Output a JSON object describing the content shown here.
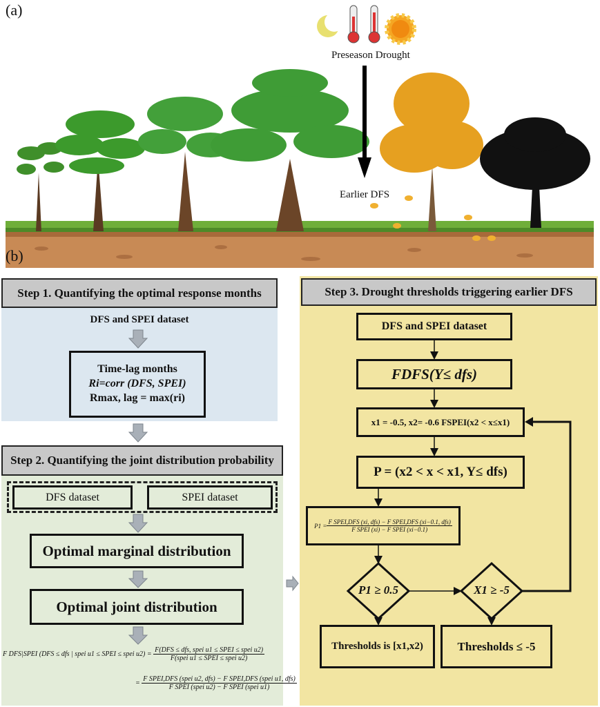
{
  "panel_a": {
    "label": "(a)",
    "icons": [
      "moon-icon",
      "thermometer-icon",
      "thermometer-icon",
      "sun-icon"
    ],
    "preseason_label": "Preseason Drought",
    "earlier_label": "Earlier DFS"
  },
  "panel_b": {
    "label": "(b)"
  },
  "step1": {
    "title": "Step 1. Quantifying the optimal response months",
    "dataset": "DFS and SPEI dataset",
    "box_title": "Time-lag months",
    "line1": "Ri=corr (DFS, SPEI)",
    "line2": "Rmax, lag = max(ri)",
    "color": "#dce7f0"
  },
  "step2": {
    "title": "Step 2. Quantifying the joint distribution probability",
    "dfs_dataset": "DFS dataset",
    "spei_dataset": "SPEI dataset",
    "marginal": "Optimal marginal distribution",
    "joint": "Optimal joint distribution",
    "formula_lhs": "F DFS|SPEI (DFS ≤ dfs | spei u1 ≤ SPEI ≤ spei u2) =",
    "formula_num1": "F(DFS ≤ dfs, spei u1 ≤ SPEI ≤ spei u2)",
    "formula_den1": "F(spei u1 ≤ SPEI ≤ spei u2)",
    "formula_num2": "F SPEI,DFS (spei u2, dfs) − F SPEI,DFS (spei u1, dfs)",
    "formula_den2": "F SPEI (spei u2) − F SPEI (spei u1)",
    "color": "#e3ecd9"
  },
  "step3": {
    "title": "Step 3. Drought thresholds triggering earlier DFS",
    "dataset": "DFS and SPEI dataset",
    "fdfs": "FDFS(Y≤ dfs)",
    "x_init": "x1 = -0.5, x2= -0.6 FSPEI(x2 < x≤x1)",
    "p_box": "P = (x2 < x  < x1, Y≤ dfs)",
    "p1_lhs": "P1 =",
    "p1_num": "F SPEI,DFS (xi, dfs) − F SPEI,DFS (xi−0.1, dfs)",
    "p1_den": "F SPEI (xi) − F SPEI (xi−0.1)",
    "cond1": "P1 ≥ 0.5",
    "cond2": "X1 ≥ -5",
    "result1": "Thresholds is [x1,x2)",
    "result2": "Thresholds ≤ -5",
    "color": "#f2e5a2"
  }
}
